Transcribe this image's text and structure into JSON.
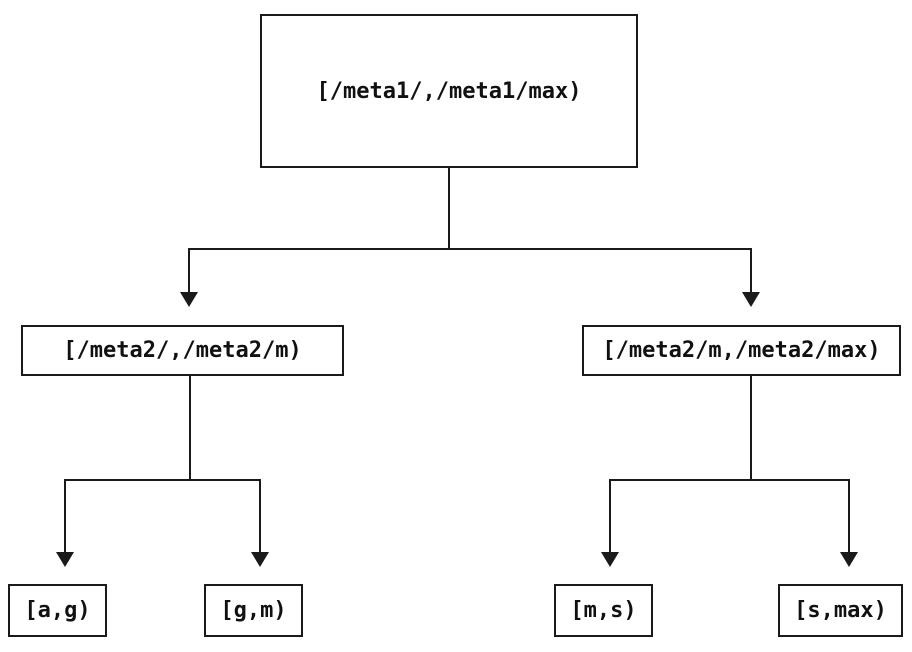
{
  "diagram": {
    "type": "tree",
    "nodes": [
      {
        "id": "root",
        "label": "[/meta1/,/meta1/max)"
      },
      {
        "id": "mid-left",
        "label": "[/meta2/,/meta2/m)"
      },
      {
        "id": "mid-right",
        "label": "[/meta2/m,/meta2/max)"
      },
      {
        "id": "leaf-ag",
        "label": "[a,g)"
      },
      {
        "id": "leaf-gm",
        "label": "[g,m)"
      },
      {
        "id": "leaf-ms",
        "label": "[m,s)"
      },
      {
        "id": "leaf-smax",
        "label": "[s,max)"
      }
    ],
    "edges": [
      {
        "from": "root",
        "to": "mid-left"
      },
      {
        "from": "root",
        "to": "mid-right"
      },
      {
        "from": "mid-left",
        "to": "leaf-ag"
      },
      {
        "from": "mid-left",
        "to": "leaf-gm"
      },
      {
        "from": "mid-right",
        "to": "leaf-ms"
      },
      {
        "from": "mid-right",
        "to": "leaf-smax"
      }
    ],
    "colors": {
      "background": "#ffffff",
      "box_background": "#ffffff",
      "box_border": "#1a1a1a",
      "line": "#1a1a1a",
      "text": "#111111"
    }
  }
}
